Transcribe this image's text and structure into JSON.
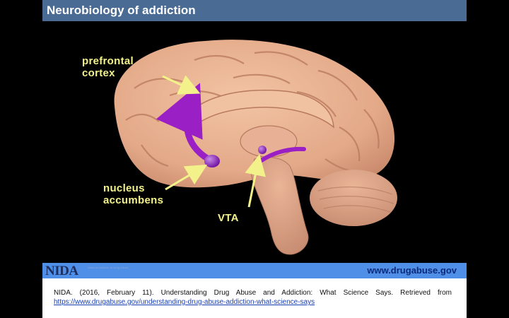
{
  "slide": {
    "title": "Neurobiology of addiction"
  },
  "figure": {
    "labels": {
      "prefrontal_cortex": [
        "prefrontal",
        "cortex"
      ],
      "nucleus_accumbens": [
        "nucleus",
        "accumbens"
      ],
      "vta": "VTA"
    },
    "colors": {
      "brain": "#e9b492",
      "pathway": "#9a1fc4",
      "label": "#f3f28a",
      "arrow": "#f3f28a"
    }
  },
  "footer": {
    "logo": "NIDA",
    "logo_subtext": "National Institute on Drug Abuse",
    "website": "www.drugabuse.gov",
    "band_color": "#4f8fe8"
  },
  "citation": {
    "text": "NIDA. (2016, February 11). Understanding Drug Abuse and Addiction: What Science Says. Retrieved from",
    "link": "https://www.drugabuse.gov/understanding-drug-abuse-addiction-what-science-says"
  }
}
